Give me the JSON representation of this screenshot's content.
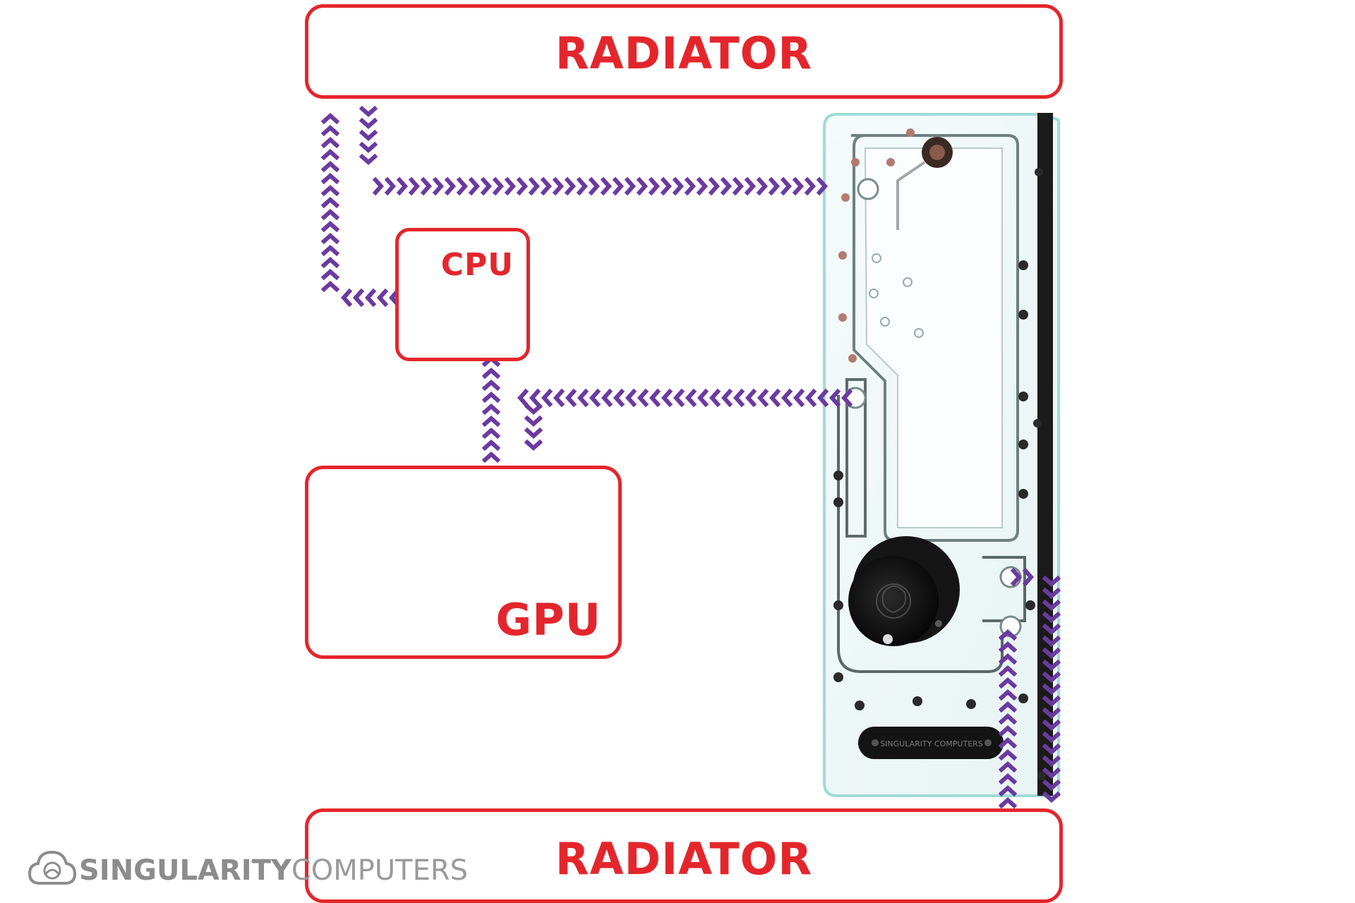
{
  "labels": {
    "radiator_top": "RADIATOR",
    "radiator_bottom": "RADIATOR",
    "cpu": "CPU",
    "gpu": "GPU"
  },
  "brand": {
    "name_bold": "SINGULARITY",
    "name_light": "COMPUTERS",
    "plate_text": "SINGULARITY COMPUTERS"
  },
  "colors": {
    "box_border": "#e4262c",
    "label": "#e4262c",
    "flow_arrows": "#6b3aa0",
    "distro_edge": "#7fd6d0",
    "metal": "#1a1a1a"
  },
  "icons": {
    "flow": "chevron-arrow-icon",
    "logo": "singularity-cloud-icon"
  }
}
